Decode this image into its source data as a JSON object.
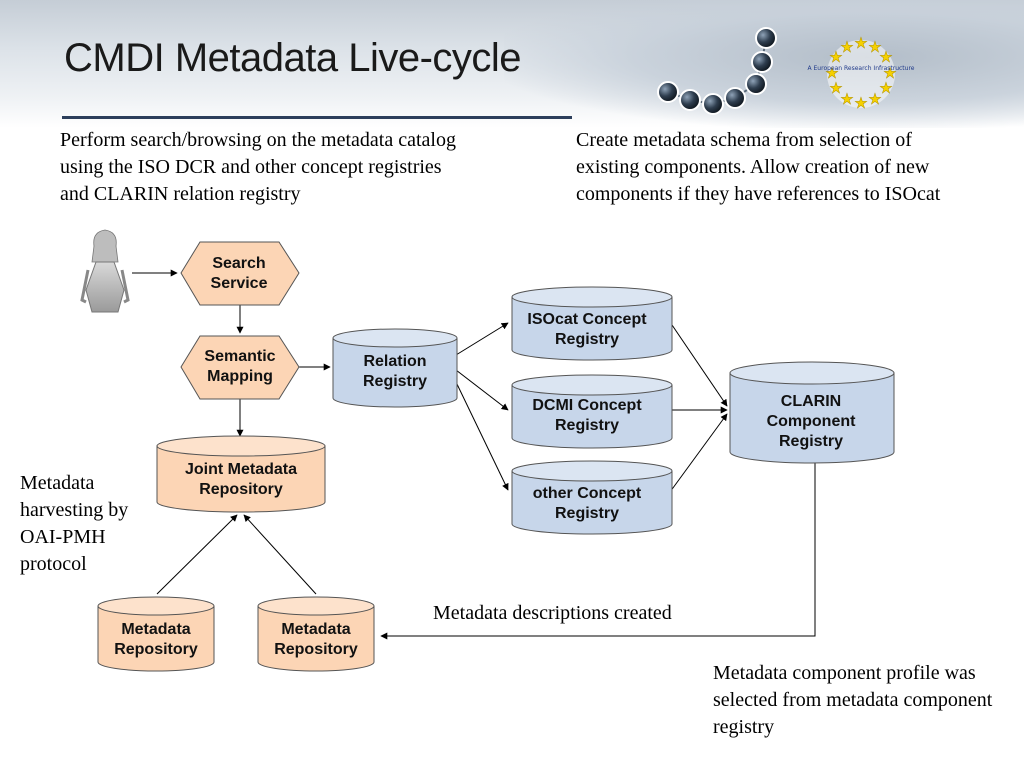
{
  "title": "CMDI Metadata Live-cycle",
  "descriptions": {
    "search_browse": "Perform search/browsing on the metadata catalog using  the ISO DCR and other concept registries and CLARIN relation registry",
    "create_schema": "Create metadata schema from selection of existing components. Allow creation of new components if they have references to ISOcat",
    "harvesting": "Metadata harvesting by OAI-PMH protocol",
    "descriptions_created": "Metadata descriptions created",
    "profile_selected": "Metadata component profile was selected from metadata component registry"
  },
  "nodes": {
    "search_service": "Search Service",
    "semantic_mapping": "Semantic Mapping",
    "relation_registry": "Relation Registry",
    "joint_repository": "Joint Metadata Repository",
    "isocat_registry": "ISOcat Concept Registry",
    "dcmi_registry": "DCMI Concept Registry",
    "other_registry": "other Concept Registry",
    "clarin_registry": "CLARIN Component Registry",
    "metadata_repository_1": "Metadata Repository",
    "metadata_repository_2": "Metadata Repository"
  },
  "logo": {
    "text": "A European Research Infrastructure"
  },
  "colors": {
    "peach_fill": "#fcd5b5",
    "blue_fill": "#c7d6ea",
    "title_rule": "#2d3f5c",
    "stars": "#f5d000",
    "logo_ring": "#203a8a"
  }
}
